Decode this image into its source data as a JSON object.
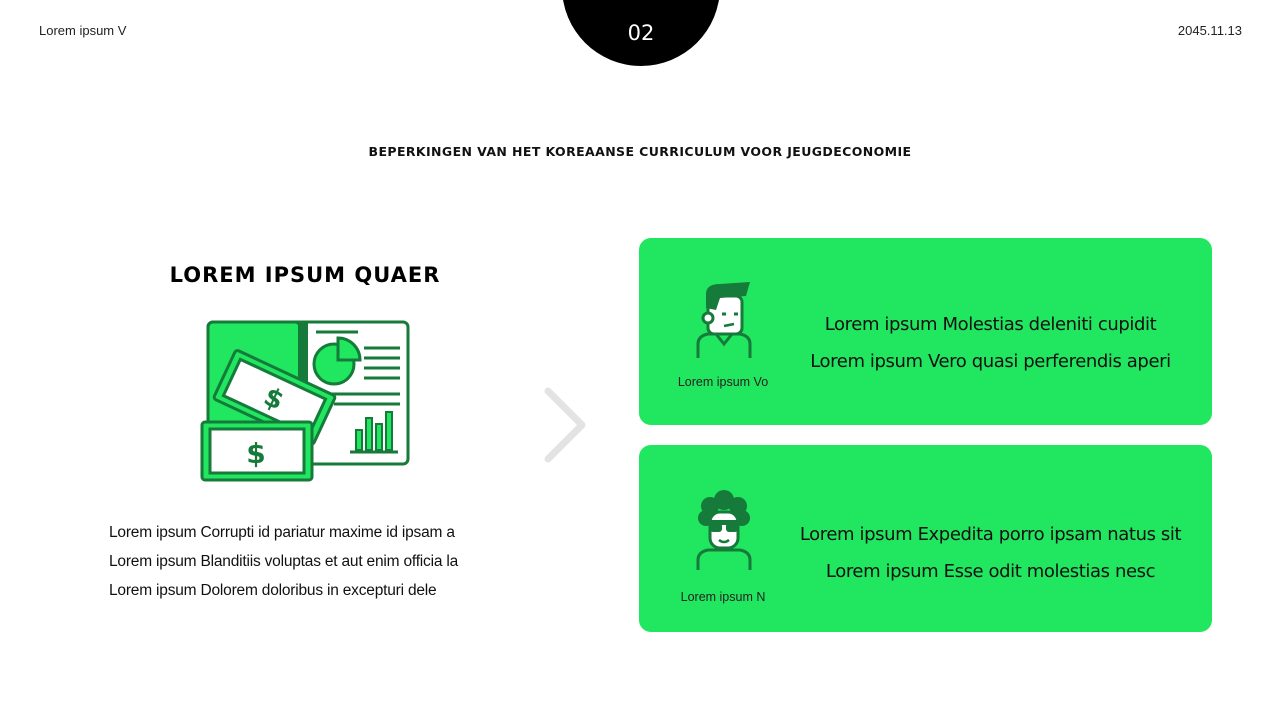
{
  "header": {
    "left_text": "Lorem ipsum V",
    "page_number": "02",
    "date": "2045.11.13"
  },
  "title": "BEPERKINGEN VAN HET KOREAANSE CURRICULUM VOOR JEUGDECONOMIE",
  "left_panel": {
    "heading": "LOREM IPSUM QUAER",
    "illustration_icon": "money-report-icon",
    "lines": [
      "Lorem ipsum Corrupti id pariatur maxime id ipsam a",
      "Lorem ipsum Blanditiis voluptas et aut enim officia la",
      "Lorem ipsum Dolorem doloribus in excepturi dele"
    ]
  },
  "arrow_icon": "chevron-right-icon",
  "cards": [
    {
      "avatar_icon": "man-avatar-icon",
      "avatar_label": "Lorem ipsum Vo",
      "lines": [
        "Lorem ipsum Molestias deleniti cupidit",
        "Lorem ipsum Vero quasi perferendis aperi"
      ]
    },
    {
      "avatar_icon": "curly-hair-sunglasses-avatar-icon",
      "avatar_label": "Lorem ipsum N",
      "lines": [
        "Lorem ipsum Expedita porro ipsam natus sit",
        "Lorem ipsum Esse odit molestias nesc"
      ]
    }
  ],
  "colors": {
    "accent_green": "#21e65f",
    "dark_green": "#157a3a",
    "circle_black": "#000000",
    "background": "#ffffff"
  }
}
